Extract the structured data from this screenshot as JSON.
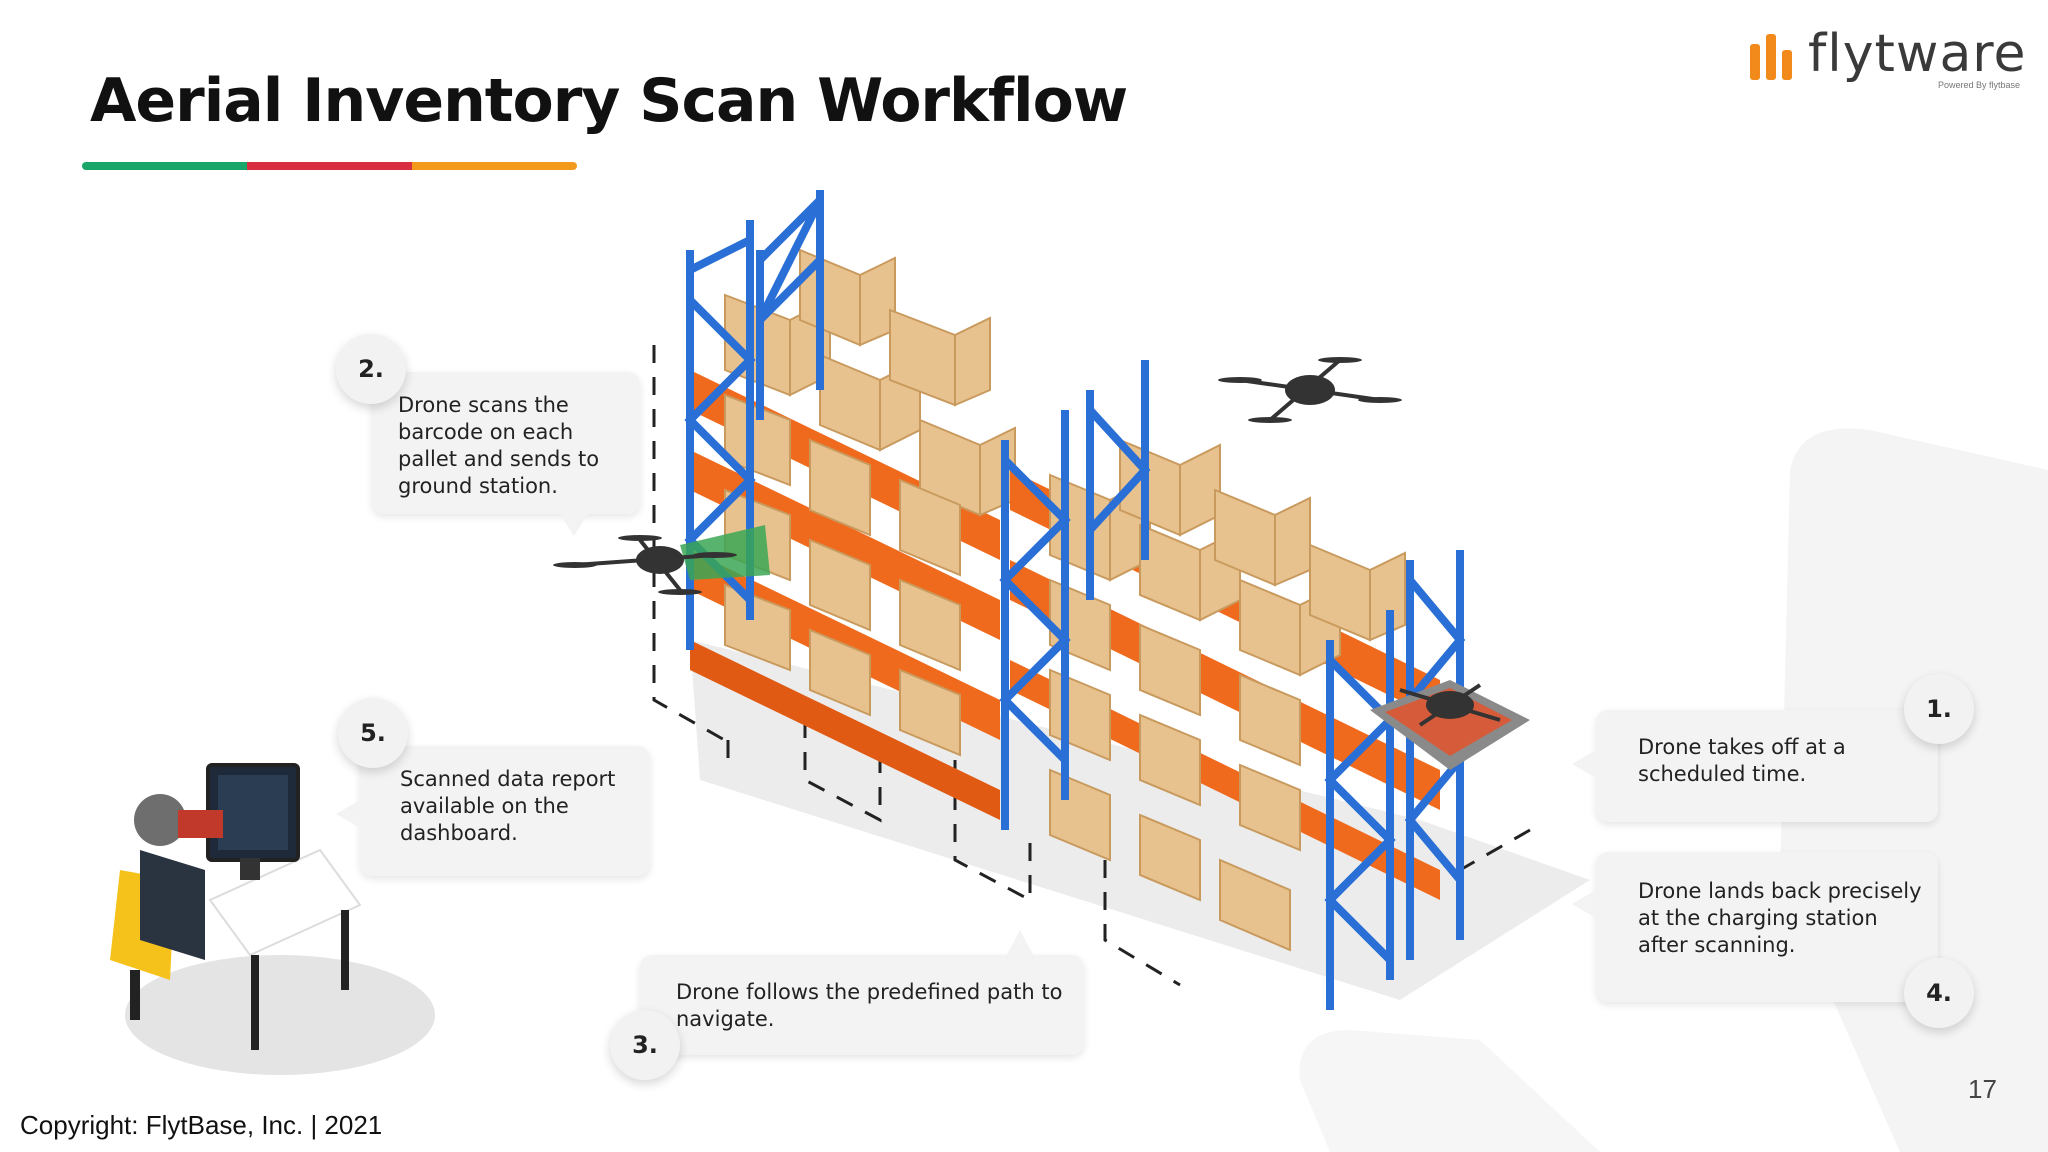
{
  "slide": {
    "title": "Aerial Inventory Scan Workflow",
    "underline_colors": [
      "#1aa56b",
      "#d92e3f",
      "#f39a1d"
    ],
    "copyright": "Copyright: FlytBase, Inc. | 2021",
    "page_number": "17"
  },
  "logo": {
    "name": "flytware",
    "tagline": "Powered By flytbase",
    "bar_color": "#f28a1b"
  },
  "steps": [
    {
      "number": "1.",
      "text": "Drone takes off at a scheduled time."
    },
    {
      "number": "2.",
      "text": "Drone scans the barcode on each pallet and sends to ground station."
    },
    {
      "number": "3.",
      "text": "Drone follows the predefined path to navigate."
    },
    {
      "number": "4.",
      "text": "Drone lands back precisely at the charging station after scanning."
    },
    {
      "number": "5.",
      "text": "Scanned data report available on the dashboard."
    }
  ],
  "colors": {
    "rack_frame": "#2a6fd6",
    "shelf": "#f06a1e",
    "box": "#e8c28e",
    "callout_bg": "#f3f3f3"
  }
}
